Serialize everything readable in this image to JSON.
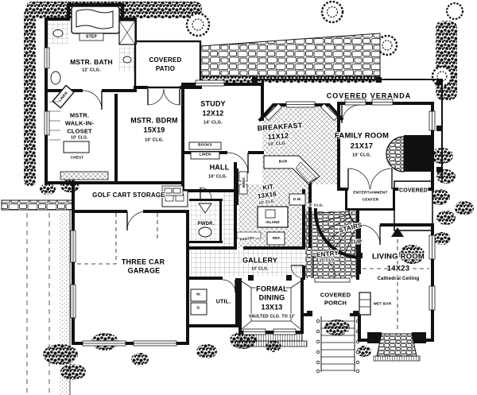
{
  "rooms": {
    "mstr_bath": {
      "name": "MSTR. BATH",
      "ceiling": "12' CLG."
    },
    "covered_patio": {
      "line1": "COVERED",
      "line2": "PATIO"
    },
    "mstr_closet": {
      "line1": "MSTR.",
      "line2": "WALK-IN-",
      "line3": "CLOSET",
      "ceiling": "10' CLG."
    },
    "mstr_bdrm": {
      "name": "MSTR. BDRM",
      "size": "15X19",
      "ceiling": "10' CLG."
    },
    "study": {
      "name": "STUDY",
      "size": "12X12",
      "ceiling": "14' CLG."
    },
    "hall": {
      "name": "HALL",
      "ceiling": "10' CLG."
    },
    "breakfast": {
      "name": "BREAKFAST",
      "size": "11X12",
      "ceiling": "10' CLG."
    },
    "covered_veranda": {
      "name": "COVERED VERANDA"
    },
    "family_room": {
      "name": "FAMILY ROOM",
      "size": "21X17",
      "ceiling": "10' CLG."
    },
    "kitchen": {
      "name": "KIT.",
      "size": "13X16",
      "ceiling": "10' CLG."
    },
    "golf_cart": {
      "name": "GOLF CART STORAGE"
    },
    "garage": {
      "line1": "THREE CAR",
      "line2": "GARAGE"
    },
    "gallery": {
      "name": "GALLERY",
      "ceiling": "10' CLG."
    },
    "powder": {
      "name": "PWDR."
    },
    "utility": {
      "name": "UTIL."
    },
    "formal_dining": {
      "line1": "FORMAL",
      "line2": "DINING",
      "size": "13X13",
      "ceiling": "VAULTED CLG. TO 12'"
    },
    "entry": {
      "name": "ENTRY",
      "ceiling": "22' CLG."
    },
    "stairs": {
      "name": "STAIRS",
      "up": "UP"
    },
    "stair_hall": {
      "ceiling": "8' CLG."
    },
    "entertainment": {
      "line1": "ENTERTAINMENT",
      "line2": "CENTER"
    },
    "covered_side": {
      "name": "COVERED"
    },
    "living_room": {
      "name": "LIVING ROOM",
      "size": "14X23",
      "ceiling": "Cathedral Ceiling"
    },
    "covered_porch": {
      "line1": "COVERED",
      "line2": "PORCH"
    }
  },
  "fixtures": {
    "step": "STEP",
    "linen_bath": "LINEN",
    "chest": "CHEST",
    "books": "BOOKS",
    "linen_hall": "LINEN",
    "bar": "BAR",
    "island": "ISLAND",
    "dishwasher": "D.W.",
    "pantry": "PANTRY",
    "refrigerator": "REF.",
    "oven_micro": "O/MW",
    "washer": "W.",
    "dryer": "D.",
    "wet_bar": "WET BAR"
  },
  "colors": {
    "ink": "#000000",
    "paper": "#ffffff"
  }
}
